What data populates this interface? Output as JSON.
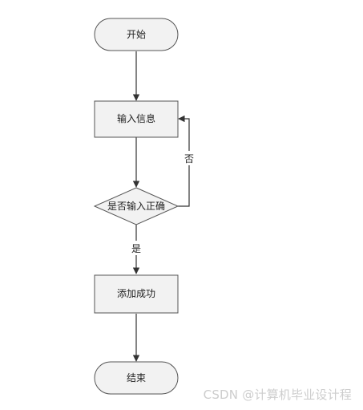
{
  "diagram": {
    "nodes": {
      "start": "开始",
      "input": "输入信息",
      "decision": "是否输入正确",
      "success": "添加成功",
      "end": "结束"
    },
    "edges": {
      "no_label": "否",
      "yes_label": "是"
    }
  },
  "watermark": "CSDN @计算机毕业设计程",
  "colors": {
    "node_fill": "#f2f2f2",
    "node_stroke": "#555555",
    "edge": "#333333"
  }
}
